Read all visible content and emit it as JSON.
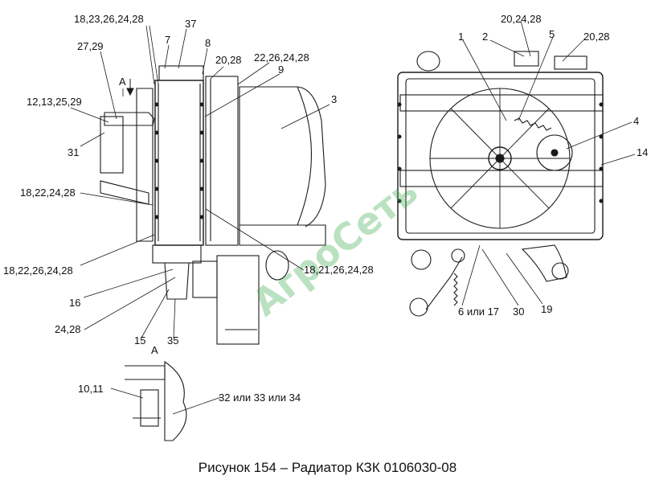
{
  "caption": "Рисунок 154 – Радиатор КЗК 0106030-08",
  "watermark": "АгроСеть",
  "view_a_label": "А",
  "callouts": {
    "l_18_23_26_24_28": "18,23,26,24,28",
    "l_37": "37",
    "l_7": "7",
    "l_8": "8",
    "l_27_29": "27,29",
    "l_20_28_a": "20,28",
    "l_22_26_24_28": "22,26,24,28",
    "l_9": "9",
    "l_12_13_25_29": "12,13,25,29",
    "l_3": "3",
    "l_31": "31",
    "l_18_22_24_28": "18,22,24,28",
    "l_18_22_26_24_28": "18,22,26,24,28",
    "l_18_21_26_24_28": "18,21,26,24,28",
    "l_16": "16",
    "l_24_28": "24,28",
    "l_15": "15",
    "l_35": "35",
    "l_20_24_28": "20,24,28",
    "l_1": "1",
    "l_2": "2",
    "l_5": "5",
    "l_20_28_b": "20,28",
    "l_4": "4",
    "l_14": "14",
    "l_6_17": "6 или 17",
    "l_30": "30",
    "l_19": "19",
    "l_10_11": "10,11",
    "l_32_33_34": "32 или 33 или 34"
  },
  "colors": {
    "line": "#1a1a1a",
    "watermark": "#3aa84a"
  }
}
